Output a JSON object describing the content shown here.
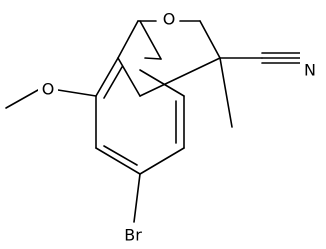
{
  "molecule": {
    "atoms": [
      {
        "id": "O_ring",
        "label": "O"
      },
      {
        "id": "N",
        "label": "N"
      },
      {
        "id": "O_methoxy",
        "label": "O"
      },
      {
        "id": "Br",
        "label": "Br"
      }
    ]
  }
}
